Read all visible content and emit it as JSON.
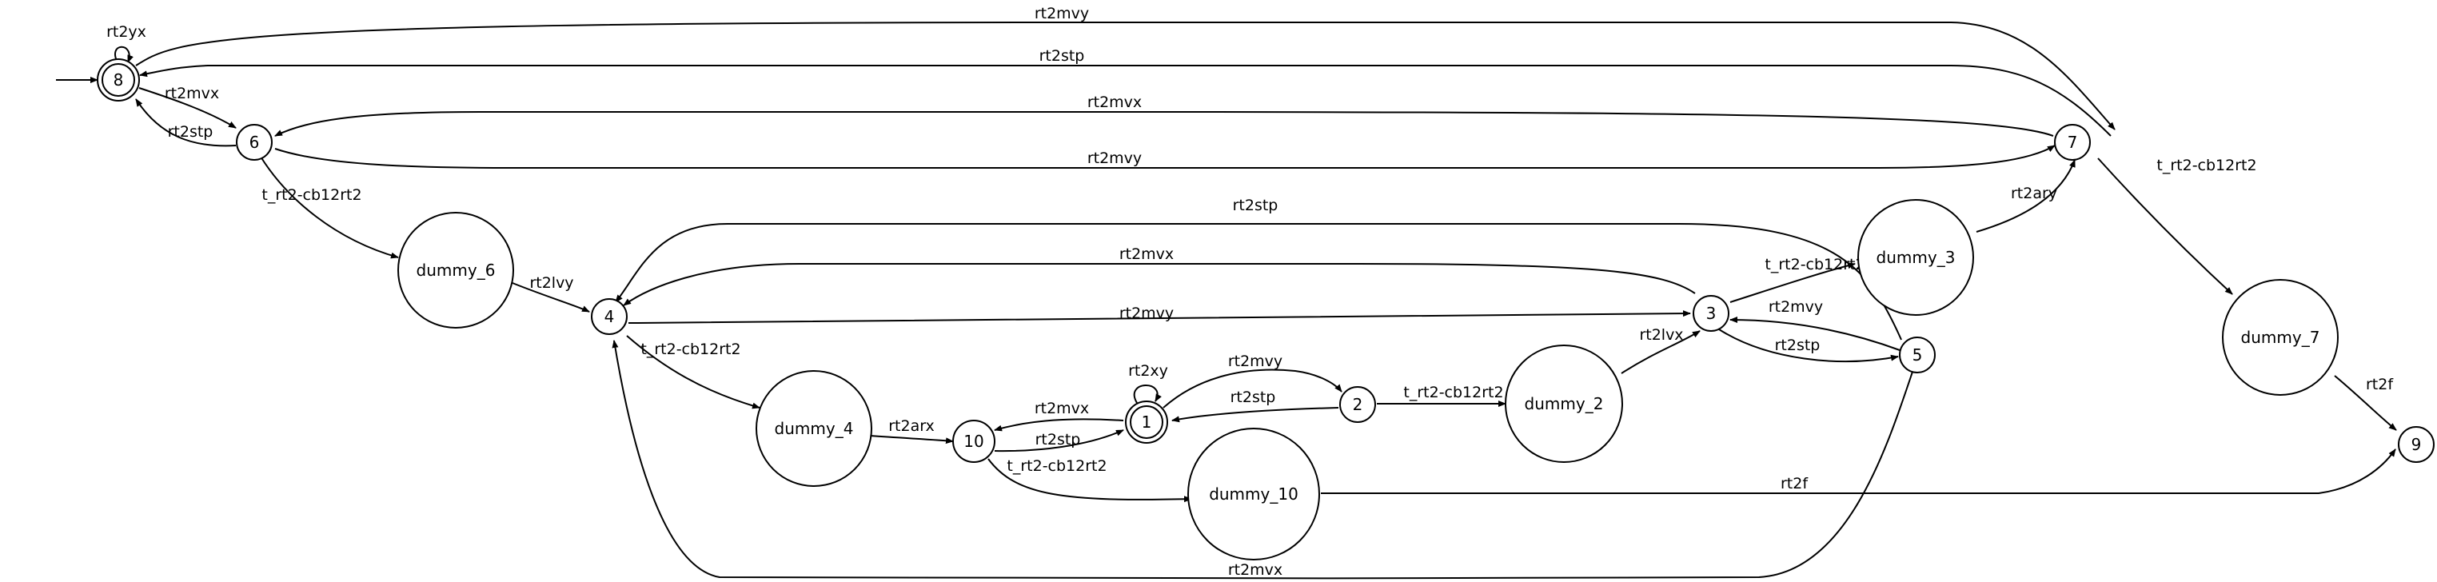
{
  "diagram": {
    "type": "state-machine",
    "initial_state": "8",
    "nodes": [
      {
        "id": "8",
        "label": "8",
        "final": true
      },
      {
        "id": "6",
        "label": "6"
      },
      {
        "id": "7",
        "label": "7"
      },
      {
        "id": "dummy_6",
        "label": "dummy_6"
      },
      {
        "id": "4",
        "label": "4"
      },
      {
        "id": "3",
        "label": "3"
      },
      {
        "id": "dummy_3",
        "label": "dummy_3"
      },
      {
        "id": "5",
        "label": "5"
      },
      {
        "id": "dummy_4",
        "label": "dummy_4"
      },
      {
        "id": "10",
        "label": "10"
      },
      {
        "id": "1",
        "label": "1",
        "final": true
      },
      {
        "id": "2",
        "label": "2"
      },
      {
        "id": "dummy_2",
        "label": "dummy_2"
      },
      {
        "id": "dummy_10",
        "label": "dummy_10"
      },
      {
        "id": "dummy_7",
        "label": "dummy_7"
      },
      {
        "id": "9",
        "label": "9"
      }
    ],
    "edges": [
      {
        "from": "8",
        "to": "8",
        "label": "rt2yx"
      },
      {
        "from": "8",
        "to": "7",
        "label": "rt2mvy"
      },
      {
        "from": "7",
        "to": "8",
        "label": "rt2stp"
      },
      {
        "from": "8",
        "to": "6",
        "label": "rt2mvx"
      },
      {
        "from": "6",
        "to": "8",
        "label": "rt2stp"
      },
      {
        "from": "7",
        "to": "6",
        "label": "rt2mvx"
      },
      {
        "from": "6",
        "to": "7",
        "label": "rt2mvy"
      },
      {
        "from": "6",
        "to": "dummy_6",
        "label": "t_rt2-cb12rt2"
      },
      {
        "from": "dummy_6",
        "to": "4",
        "label": "rt2lvy"
      },
      {
        "from": "5",
        "to": "4",
        "label": "rt2stp"
      },
      {
        "from": "3",
        "to": "4",
        "label": "rt2mvx"
      },
      {
        "from": "4",
        "to": "3",
        "label": "rt2mvy"
      },
      {
        "from": "3",
        "to": "dummy_3",
        "label": "t_rt2-cb12rt2"
      },
      {
        "from": "dummy_3",
        "to": "7",
        "label": "rt2ary"
      },
      {
        "from": "7",
        "to": "dummy_7",
        "label": "t_rt2-cb12rt2"
      },
      {
        "from": "dummy_7",
        "to": "9",
        "label": "rt2f"
      },
      {
        "from": "5",
        "to": "3",
        "label": "rt2mvy"
      },
      {
        "from": "3",
        "to": "5",
        "label": "rt2stp"
      },
      {
        "from": "dummy_2",
        "to": "3",
        "label": "rt2lvx"
      },
      {
        "from": "4",
        "to": "dummy_4",
        "label": "t_rt2-cb12rt2"
      },
      {
        "from": "dummy_4",
        "to": "10",
        "label": "rt2arx"
      },
      {
        "from": "1",
        "to": "10",
        "label": "rt2mvx"
      },
      {
        "from": "10",
        "to": "1",
        "label": "rt2stp"
      },
      {
        "from": "1",
        "to": "1",
        "label": "rt2xy"
      },
      {
        "from": "1",
        "to": "2",
        "label": "rt2mvy"
      },
      {
        "from": "2",
        "to": "1",
        "label": "rt2stp"
      },
      {
        "from": "2",
        "to": "dummy_2",
        "label": "t_rt2-cb12rt2"
      },
      {
        "from": "10",
        "to": "dummy_10",
        "label": "t_rt2-cb12rt2"
      },
      {
        "from": "dummy_10",
        "to": "9",
        "label": "rt2f"
      },
      {
        "from": "5",
        "to": "4",
        "label": "rt2mvx"
      }
    ]
  }
}
